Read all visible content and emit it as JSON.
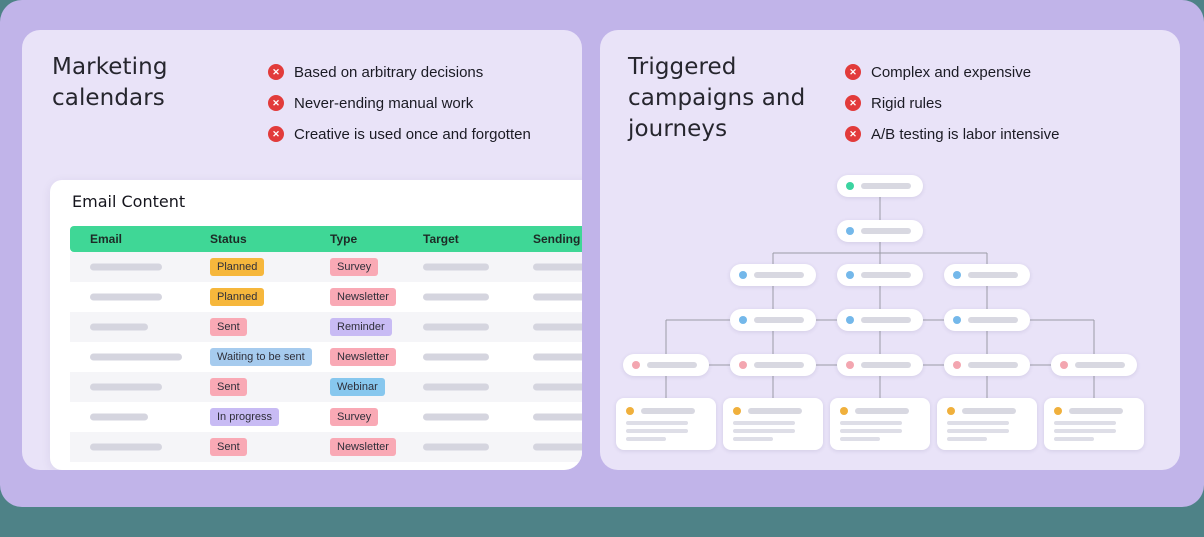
{
  "theme": {
    "background_teal": "#4e8287",
    "surface_purple": "#c1b4e9",
    "panel_lavender": "#e9e3f8",
    "table_header_green": "#3fd796",
    "error_red": "#e23b3b",
    "connector_gray": "#9b9ba6",
    "flow_dots": {
      "green": "#3bd4a0",
      "blue": "#74b8ea",
      "pink": "#f3a6b0",
      "orange": "#f0b03c"
    }
  },
  "left_panel": {
    "title": "Marketing calendars",
    "points": [
      "Based on arbitrary decisions",
      "Never-ending manual work",
      "Creative is used once and forgotten"
    ],
    "table": {
      "title": "Email Content",
      "columns": [
        "Email",
        "Status",
        "Type",
        "Target",
        "Sending"
      ],
      "rows": [
        {
          "status": "Planned",
          "status_color": "#f6b73c",
          "type": "Survey",
          "type_color": "#f9a9b5"
        },
        {
          "status": "Planned",
          "status_color": "#f6b73c",
          "type": "Newsletter",
          "type_color": "#f9a9b5"
        },
        {
          "status": "Sent",
          "status_color": "#f9a9b5",
          "type": "Reminder",
          "type_color": "#c8bbf4"
        },
        {
          "status": "Waiting to be sent",
          "status_color": "#a6cbee",
          "type": "Newsletter",
          "type_color": "#f9a9b5"
        },
        {
          "status": "Sent",
          "status_color": "#f9a9b5",
          "type": "Webinar",
          "type_color": "#87c7ee"
        },
        {
          "status": "In progress",
          "status_color": "#c8bbf4",
          "type": "Survey",
          "type_color": "#f9a9b5"
        },
        {
          "status": "Sent",
          "status_color": "#f9a9b5",
          "type": "Newsletter",
          "type_color": "#f9a9b5"
        }
      ]
    }
  },
  "right_panel": {
    "title": "Triggered campaigns and journeys",
    "points": [
      "Complex and expensive",
      "Rigid rules",
      "A/B testing is labor intensive"
    ],
    "flow": {
      "levels": [
        {
          "dot": "green",
          "cols": [
            2
          ]
        },
        {
          "dot": "blue",
          "cols": [
            2
          ]
        },
        {
          "dot": "blue",
          "cols": [
            1,
            2,
            3
          ]
        },
        {
          "dot": "blue",
          "cols": [
            1,
            2,
            3
          ]
        },
        {
          "dot": "pink",
          "cols": [
            0,
            1,
            2,
            3,
            4
          ]
        },
        {
          "dot": "orange",
          "cols": [
            0,
            1,
            2,
            3,
            4
          ],
          "card": true
        }
      ]
    }
  }
}
